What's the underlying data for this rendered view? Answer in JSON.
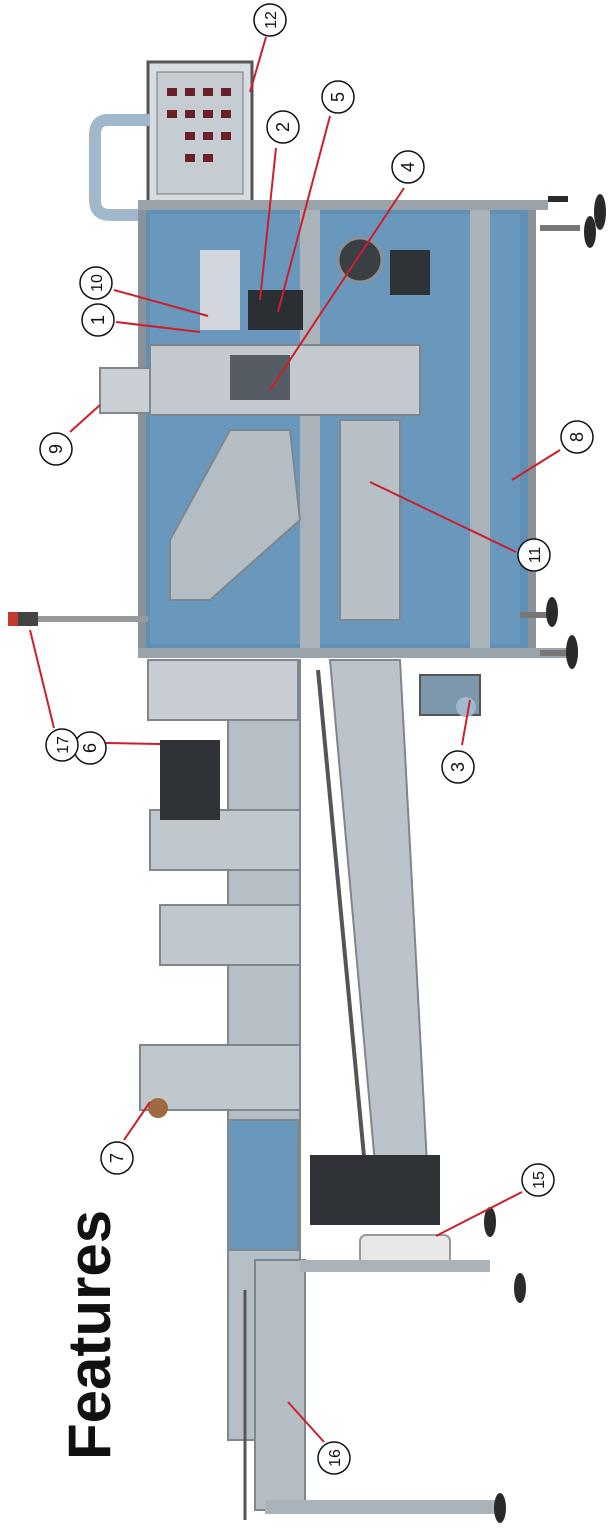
{
  "page": {
    "title": "Features"
  },
  "callouts": [
    {
      "id": "c1",
      "number": "1"
    },
    {
      "id": "c2",
      "number": "2"
    },
    {
      "id": "c3",
      "number": "3"
    },
    {
      "id": "c4",
      "number": "4"
    },
    {
      "id": "c5",
      "number": "5"
    },
    {
      "id": "c6",
      "number": "6"
    },
    {
      "id": "c7",
      "number": "7"
    },
    {
      "id": "c8",
      "number": "8"
    },
    {
      "id": "c9",
      "number": "9"
    },
    {
      "id": "c10",
      "number": "10"
    },
    {
      "id": "c11",
      "number": "11"
    },
    {
      "id": "c12",
      "number": "12"
    },
    {
      "id": "c15",
      "number": "15"
    },
    {
      "id": "c16",
      "number": "16"
    },
    {
      "id": "c17",
      "number": "17"
    }
  ],
  "colors": {
    "leader_line": "#cc1f2a",
    "panel_blue": "#5f8fb5",
    "steel": "#b9c0c7",
    "steel_dark": "#7e868e"
  }
}
